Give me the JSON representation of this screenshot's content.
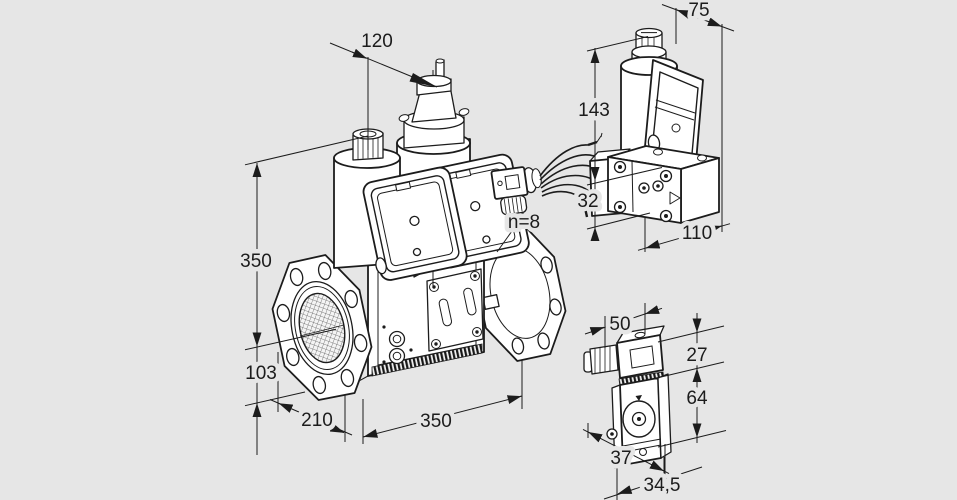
{
  "canvas": {
    "background": "#e6e6e6",
    "line_color": "#1c1c1c",
    "part_fill": "#ffffff"
  },
  "views": {
    "main": {
      "dims": {
        "tower_width": "120",
        "height_above_axis": "350",
        "axis_height": "103",
        "depth": "210",
        "length": "350",
        "bolt_count": "n=8"
      }
    },
    "side": {
      "dims": {
        "top_width": "75",
        "height": "143",
        "base_height": "32",
        "base_width": "110"
      }
    },
    "switch": {
      "dims": {
        "top_width": "50",
        "connector_height": "27",
        "body_height": "64",
        "depth": "37",
        "width": "34,5"
      }
    }
  }
}
